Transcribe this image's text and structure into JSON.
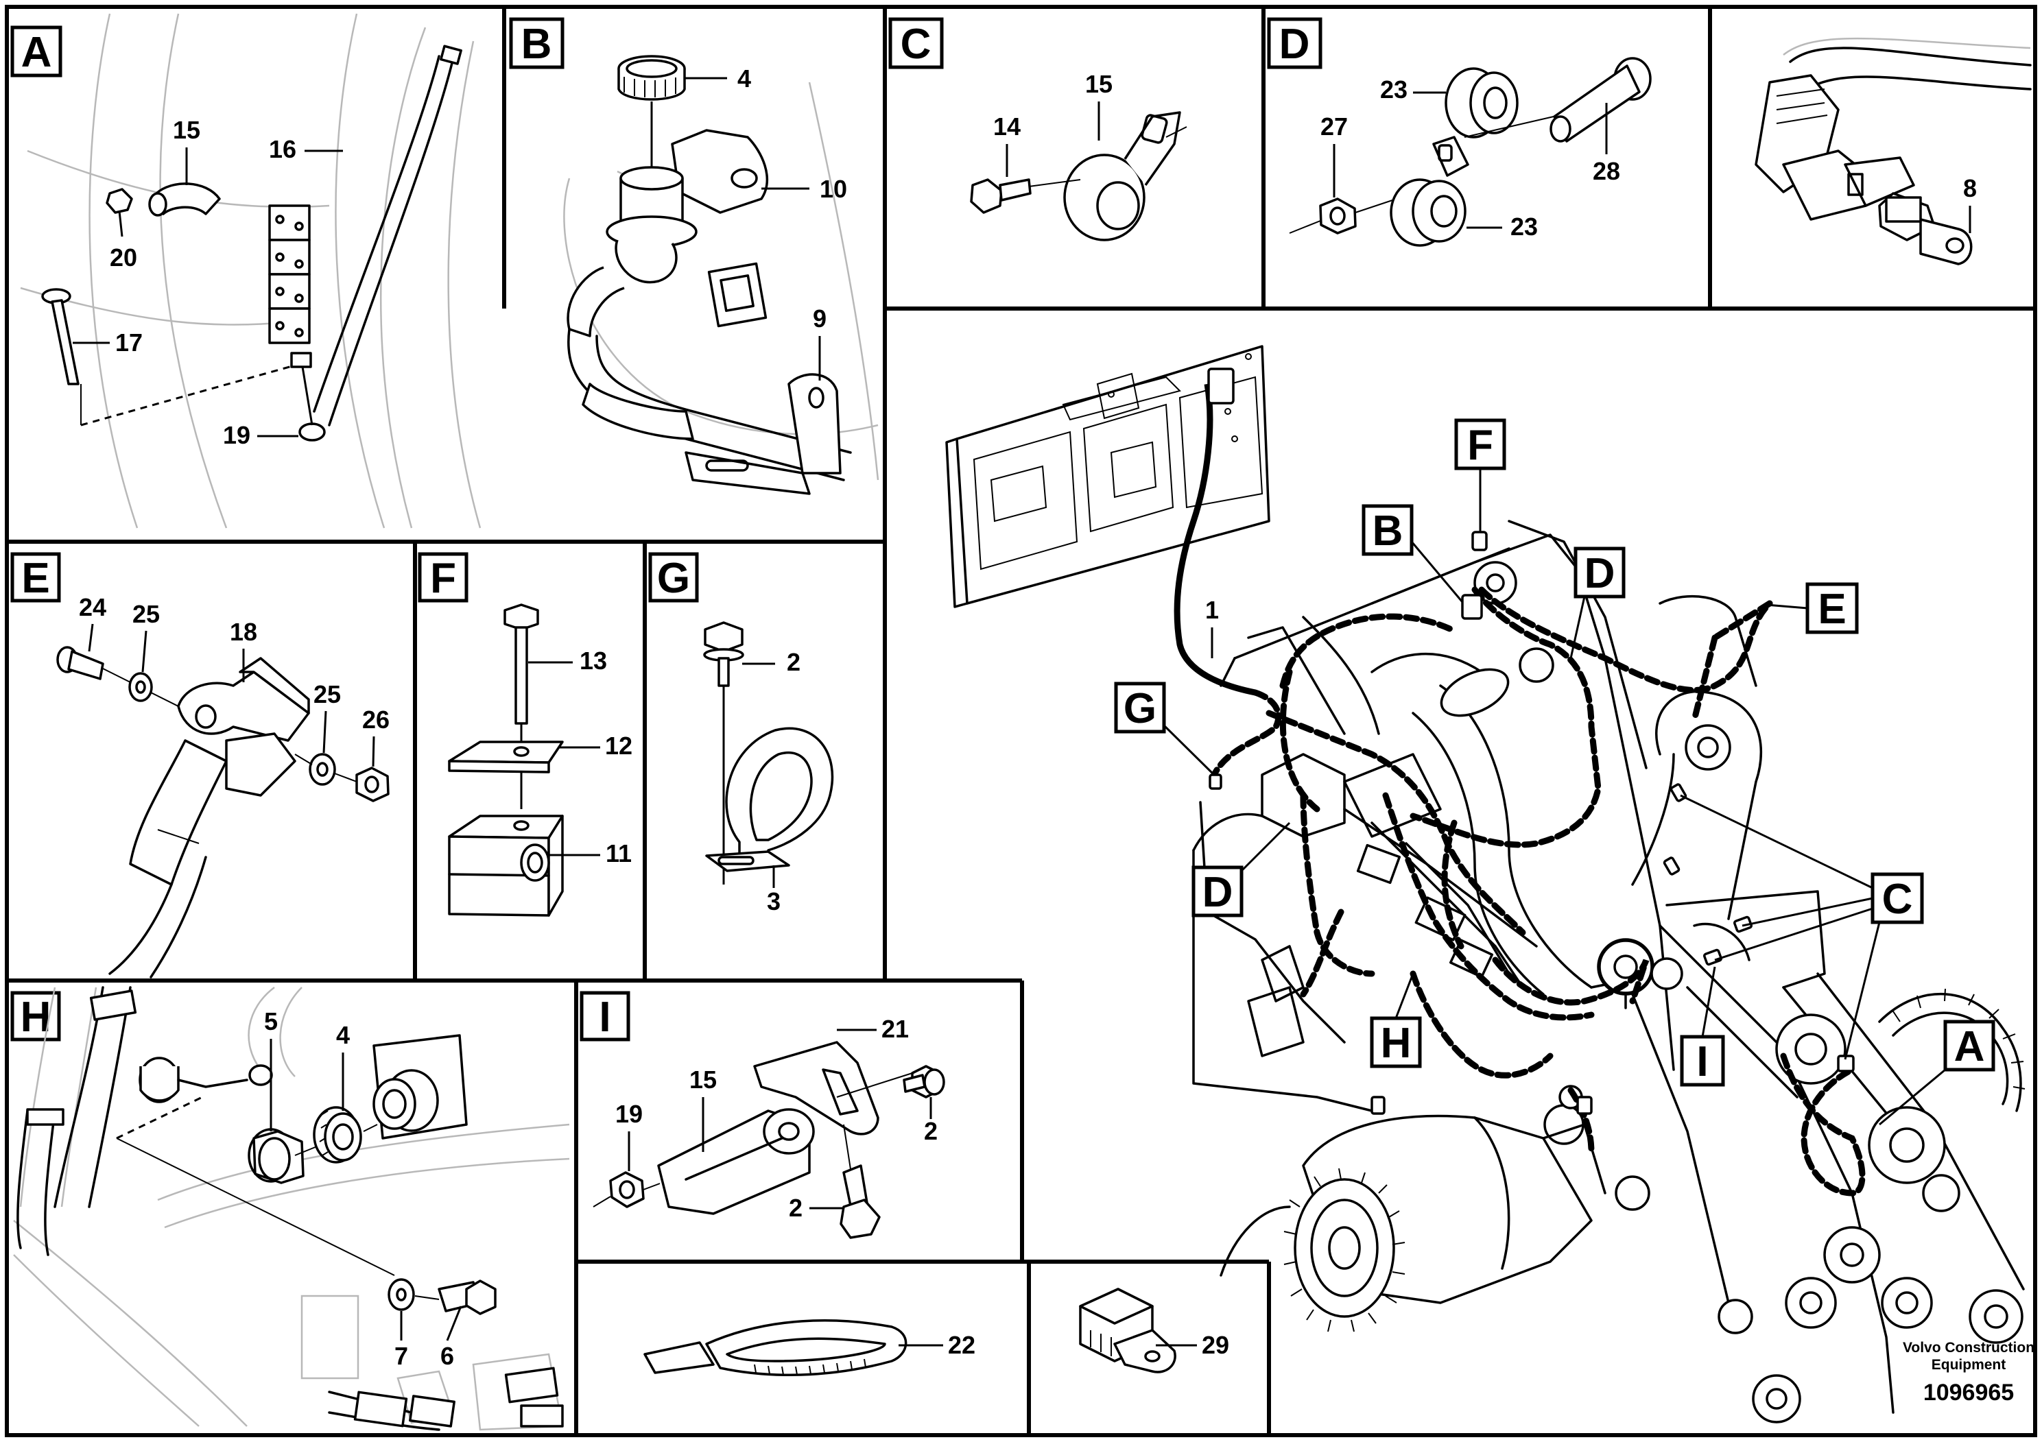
{
  "panels": {
    "A": {
      "letter": "A",
      "callouts": [
        "15",
        "16",
        "20",
        "17",
        "19"
      ]
    },
    "B": {
      "letter": "B",
      "callouts": [
        "4",
        "10",
        "9"
      ]
    },
    "C": {
      "letter": "C",
      "callouts": [
        "14",
        "15"
      ]
    },
    "D": {
      "letter": "D",
      "callouts": [
        "23",
        "27",
        "28",
        "23"
      ]
    },
    "conn": {
      "callouts": [
        "8"
      ]
    },
    "E": {
      "letter": "E",
      "callouts": [
        "24",
        "25",
        "18",
        "25",
        "26"
      ]
    },
    "F": {
      "letter": "F",
      "callouts": [
        "13",
        "12",
        "11"
      ]
    },
    "G": {
      "letter": "G",
      "callouts": [
        "2",
        "3"
      ]
    },
    "H": {
      "letter": "H",
      "callouts": [
        "5",
        "4",
        "7",
        "6"
      ]
    },
    "I": {
      "letter": "I",
      "callouts": [
        "21",
        "15",
        "19",
        "2",
        "2"
      ]
    },
    "tie": {
      "callouts": [
        "22"
      ]
    },
    "clip": {
      "callouts": [
        "29"
      ]
    }
  },
  "main": {
    "callouts": [
      "1"
    ],
    "letters": [
      "F",
      "B",
      "D",
      "E",
      "G",
      "D",
      "C",
      "H",
      "I",
      "A"
    ]
  },
  "credit": {
    "line1": "Volvo Construction",
    "line2": "Equipment",
    "doc_number": "1096965"
  }
}
